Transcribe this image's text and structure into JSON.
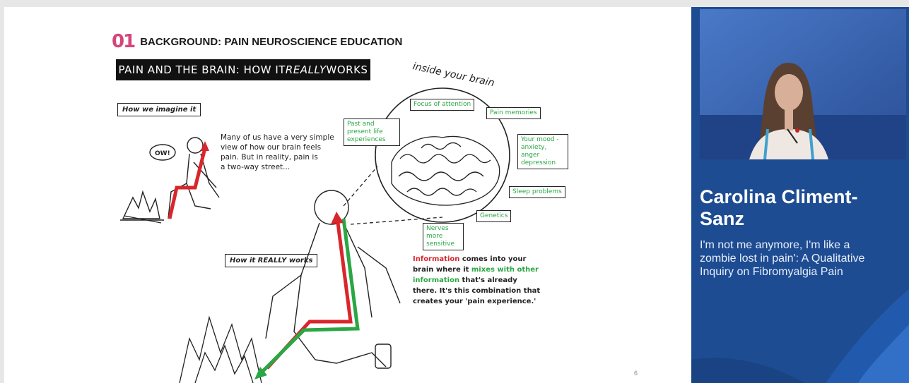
{
  "slide": {
    "section_number": "01",
    "section_title": "BACKGROUND: PAIN NEUROSCIENCE EDUCATION",
    "banner_prefix": "PAIN AND THE BRAIN: HOW IT ",
    "banner_emphasis": "REALLY",
    "banner_suffix": " WORKS",
    "tag_imagine": "How we imagine it",
    "tag_really": "How it REALLY works",
    "ow_text": "OW!",
    "intro_lines": [
      "Many of us have a very simple",
      "view of how our brain feels",
      "pain. But in reality, pain is",
      "a two-way street..."
    ],
    "brain_title": "inside your brain",
    "brain_labels": {
      "past": "Past and present life experiences",
      "focus": "Focus of attention",
      "memories": "Pain memories",
      "mood": "Your mood - anxiety, anger depression",
      "sleep": "Sleep problems",
      "genetics": "Genetics",
      "nerves": "Nerves more sensitive"
    },
    "info": {
      "w1": "Information",
      "t1": " comes into your",
      "t2": "brain where it ",
      "w2": "mixes with other",
      "w3": "information",
      "t3": " that's already",
      "t4": "there. It's this combination that",
      "t5": "creates your 'pain experience.'"
    },
    "page_number": "6"
  },
  "speaker": {
    "name_line1": "Carolina Climent-",
    "name_line2": "Sanz",
    "talk_line1": "I'm not me anymore, I'm like a",
    "talk_line2": "zombie lost in pain': A Qualitative",
    "talk_line3": "Inquiry on Fibromyalgia Pain"
  },
  "colors": {
    "panel_bg": "#1d4c92",
    "accent_pink": "#d4457a",
    "arrow_red": "#d8262c",
    "arrow_green": "#2aa744"
  }
}
